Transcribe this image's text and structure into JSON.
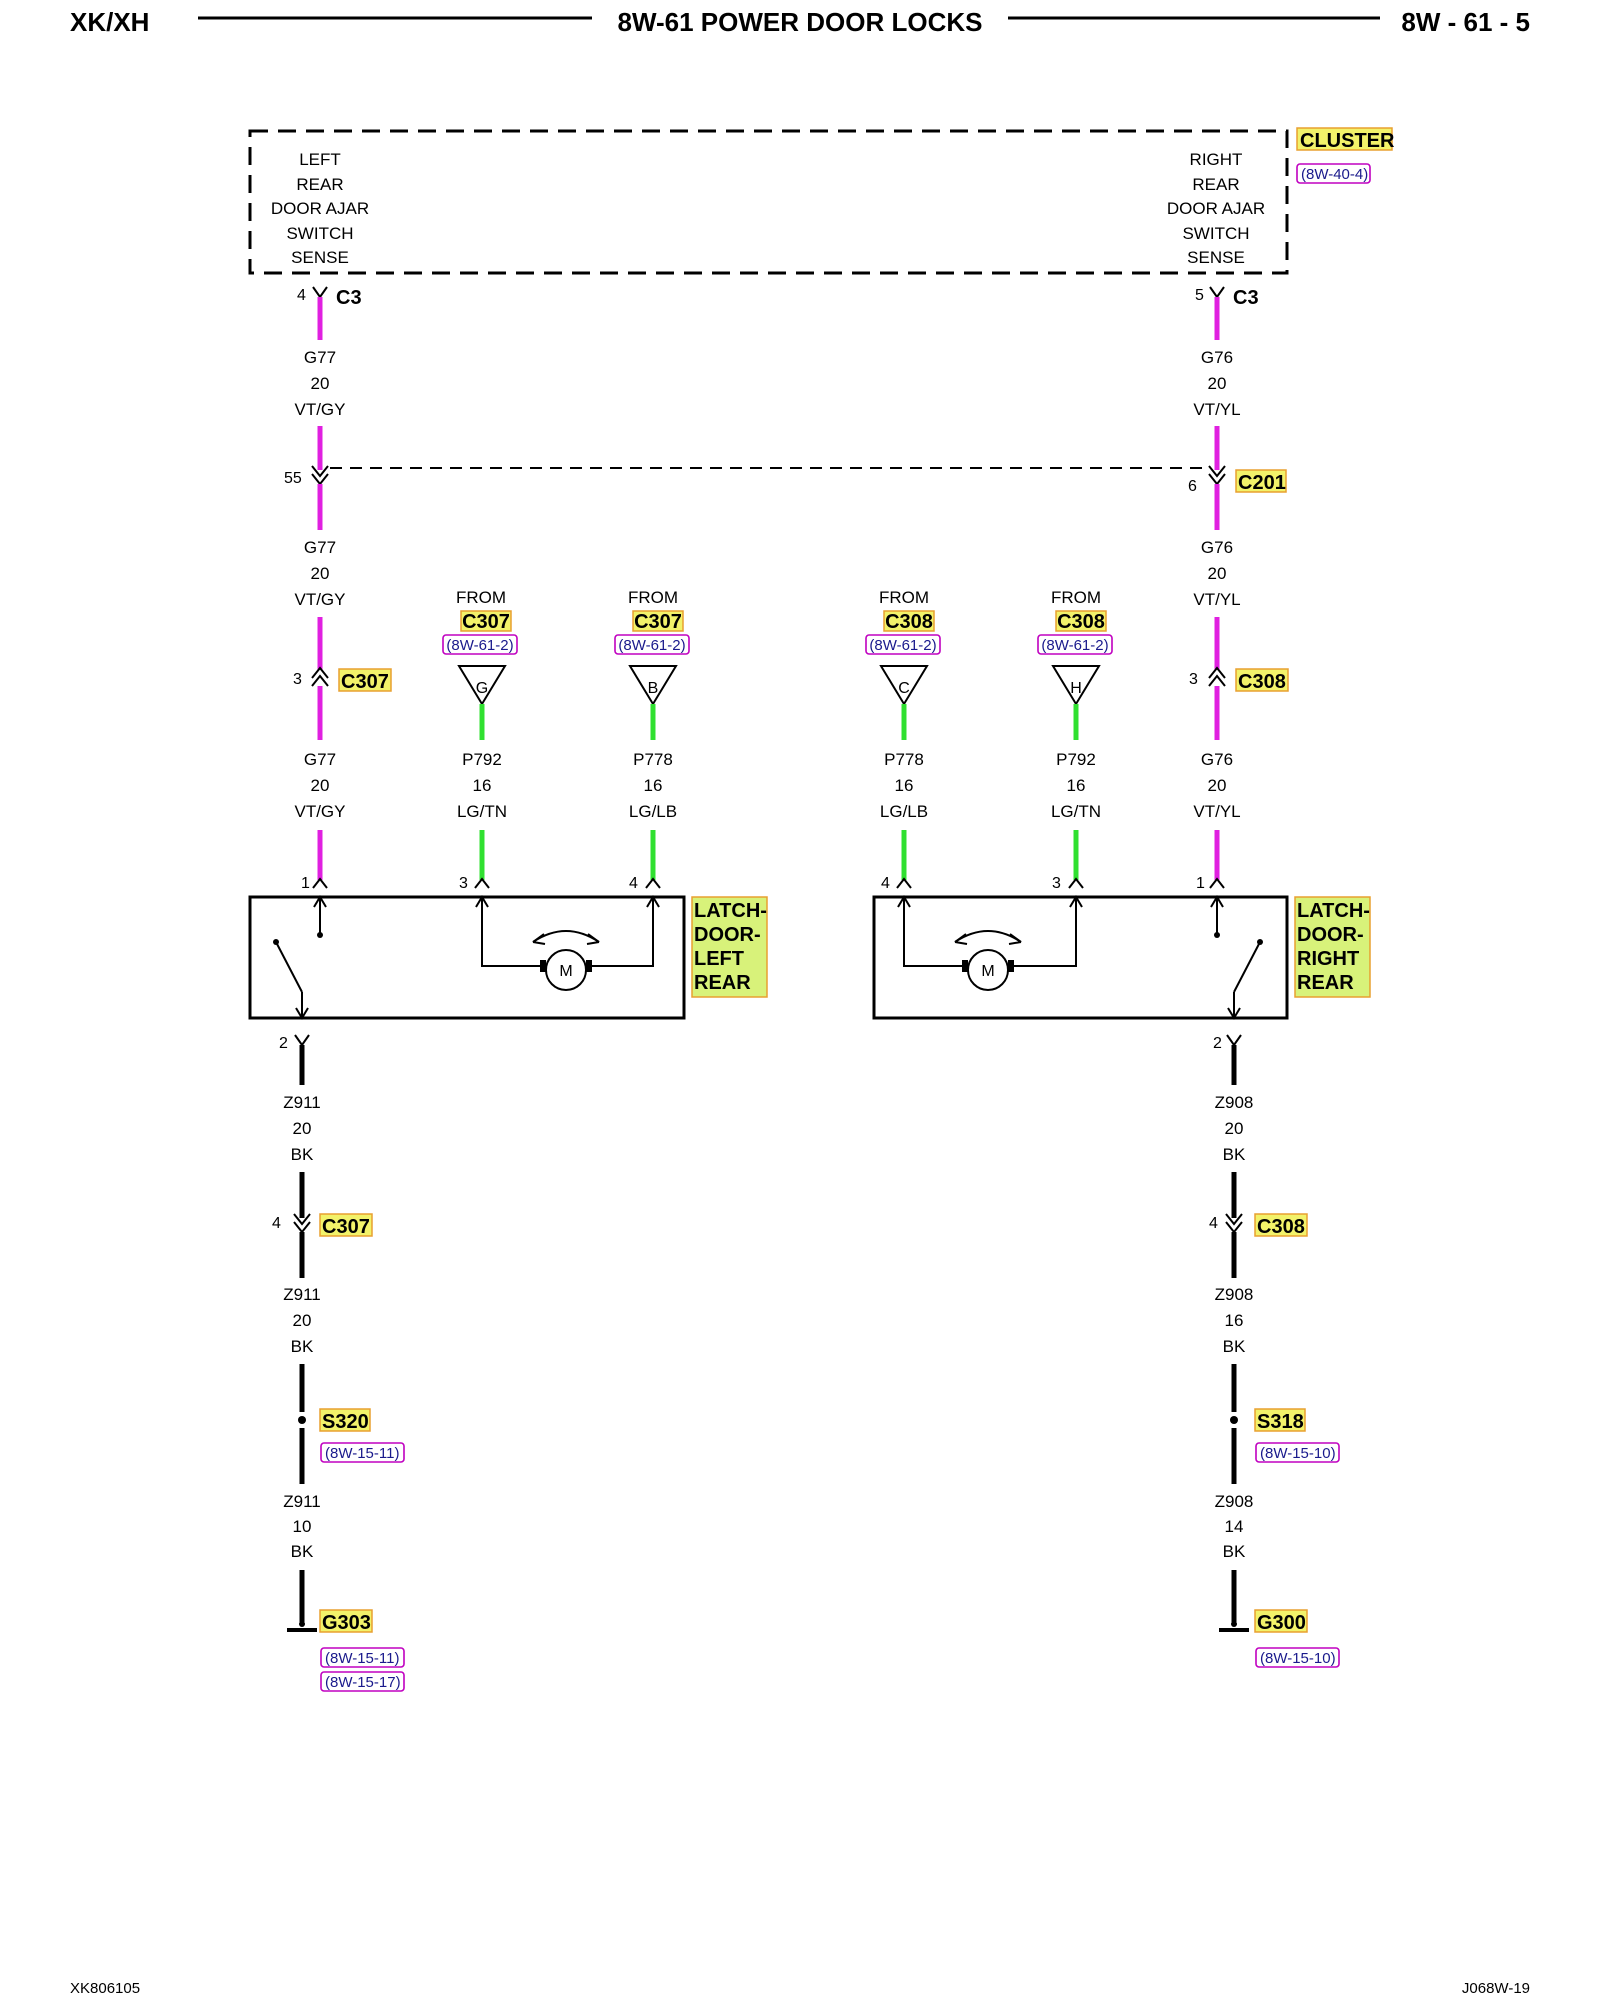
{
  "header": {
    "left": "XK/XH",
    "center": "8W-61 POWER DOOR LOCKS",
    "right": "8W - 61 - 5"
  },
  "footer": {
    "left": "XK806105",
    "right": "J068W-19"
  },
  "cluster": {
    "name": "CLUSTER",
    "ref": "(8W-40-4)",
    "left_lines": [
      "LEFT",
      "REAR",
      "DOOR AJAR",
      "SWITCH",
      "SENSE"
    ],
    "right_lines": [
      "RIGHT",
      "REAR",
      "DOOR AJAR",
      "SWITCH",
      "SENSE"
    ]
  },
  "left": {
    "c3_pin": "4",
    "c3": "C3",
    "wire_a": [
      "G77",
      "20",
      "VT/GY"
    ],
    "c201_pin": "55",
    "wire_b": [
      "G77",
      "20",
      "VT/GY"
    ],
    "c307_pin": "3",
    "c307": "C307",
    "wire_c": [
      "G77",
      "20",
      "VT/GY"
    ],
    "latch_pin1": "1",
    "latch_pin3": "3",
    "latch_pin4": "4",
    "latch_pin2": "2",
    "latch_name": [
      "LATCH-",
      "DOOR-",
      "LEFT",
      "REAR"
    ],
    "motor": "M",
    "feed1": {
      "from": "FROM",
      "conn": "C307",
      "ref": "(8W-61-2)",
      "letter": "G",
      "wire": [
        "P792",
        "16",
        "LG/TN"
      ]
    },
    "feed2": {
      "from": "FROM",
      "conn": "C307",
      "ref": "(8W-61-2)",
      "letter": "B",
      "wire": [
        "P778",
        "16",
        "LG/LB"
      ]
    },
    "gnd_wire_a": [
      "Z911",
      "20",
      "BK"
    ],
    "gnd_conn_pin": "4",
    "gnd_conn": "C307",
    "gnd_wire_b": [
      "Z911",
      "20",
      "BK"
    ],
    "splice": "S320",
    "splice_ref": "(8W-15-11)",
    "gnd_wire_c": [
      "Z911",
      "10",
      "BK"
    ],
    "ground": "G303",
    "ground_refs": [
      "(8W-15-11)",
      "(8W-15-17)"
    ]
  },
  "right": {
    "c3_pin": "5",
    "c3": "C3",
    "wire_a": [
      "G76",
      "20",
      "VT/YL"
    ],
    "c201_pin": "6",
    "c201": "C201",
    "wire_b": [
      "G76",
      "20",
      "VT/YL"
    ],
    "c308_pin": "3",
    "c308": "C308",
    "wire_c": [
      "G76",
      "20",
      "VT/YL"
    ],
    "latch_pin1": "1",
    "latch_pin3": "3",
    "latch_pin4": "4",
    "latch_pin2": "2",
    "latch_name": [
      "LATCH-",
      "DOOR-",
      "RIGHT",
      "REAR"
    ],
    "motor": "M",
    "feed1": {
      "from": "FROM",
      "conn": "C308",
      "ref": "(8W-61-2)",
      "letter": "C",
      "wire": [
        "P778",
        "16",
        "LG/LB"
      ]
    },
    "feed2": {
      "from": "FROM",
      "conn": "C308",
      "ref": "(8W-61-2)",
      "letter": "H",
      "wire": [
        "P792",
        "16",
        "LG/TN"
      ]
    },
    "gnd_wire_a": [
      "Z908",
      "20",
      "BK"
    ],
    "gnd_conn_pin": "4",
    "gnd_conn": "C308",
    "gnd_wire_b": [
      "Z908",
      "16",
      "BK"
    ],
    "splice": "S318",
    "splice_ref": "(8W-15-10)",
    "gnd_wire_c": [
      "Z908",
      "14",
      "BK"
    ],
    "ground": "G300",
    "ground_refs": [
      "(8W-15-10)"
    ]
  },
  "colors": {
    "violet_wire": "#e020e0",
    "green_wire": "#30e030",
    "black_wire": "#000000",
    "label_fill": "#f2f26a",
    "ref_border": "#c000c0"
  }
}
